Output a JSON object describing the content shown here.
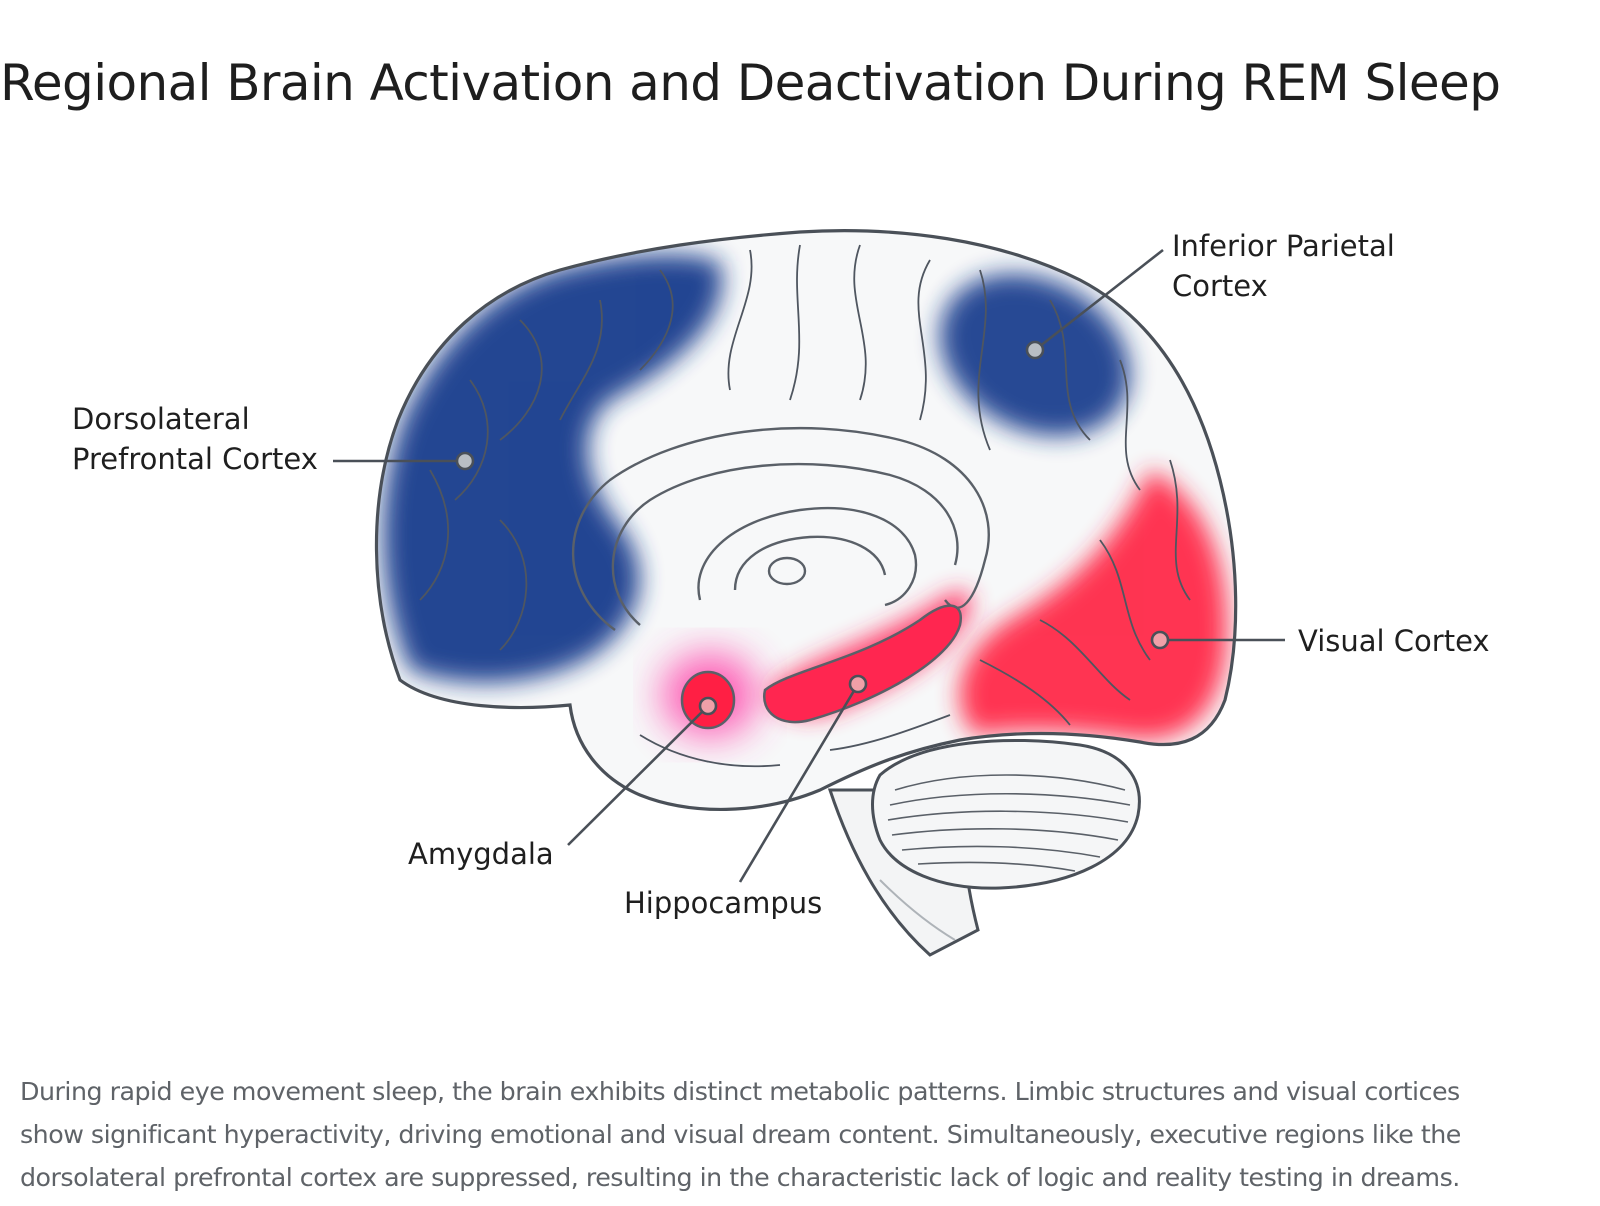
{
  "title": "Regional Brain Activation and Deactivation During REM Sleep",
  "regions": [
    {
      "id": "dlpfc",
      "lines": [
        "Dorsolateral",
        "Prefrontal Cortex"
      ],
      "state": "deactivated"
    },
    {
      "id": "ipc",
      "lines": [
        "Inferior Parietal",
        "Cortex"
      ],
      "state": "deactivated"
    },
    {
      "id": "visual",
      "lines": [
        "Visual Cortex"
      ],
      "state": "activated"
    },
    {
      "id": "amygdala",
      "lines": [
        "Amygdala"
      ],
      "state": "activated"
    },
    {
      "id": "hippocampus",
      "lines": [
        "Hippocampus"
      ],
      "state": "activated"
    }
  ],
  "colors": {
    "deactivated": "#1f3f8f",
    "activated": "#ff2a4a",
    "limbic_glow": "#ff3fa8",
    "outline": "#4a5058",
    "marker": "#9aa0a6"
  },
  "caption": [
    "During rapid eye movement sleep, the brain exhibits distinct metabolic patterns. Limbic structures and visual cortices",
    "show significant hyperactivity, driving emotional and visual dream content. Simultaneously, executive regions like the",
    "dorsolateral prefrontal cortex are suppressed, resulting in the characteristic lack of logic and reality testing in dreams."
  ]
}
